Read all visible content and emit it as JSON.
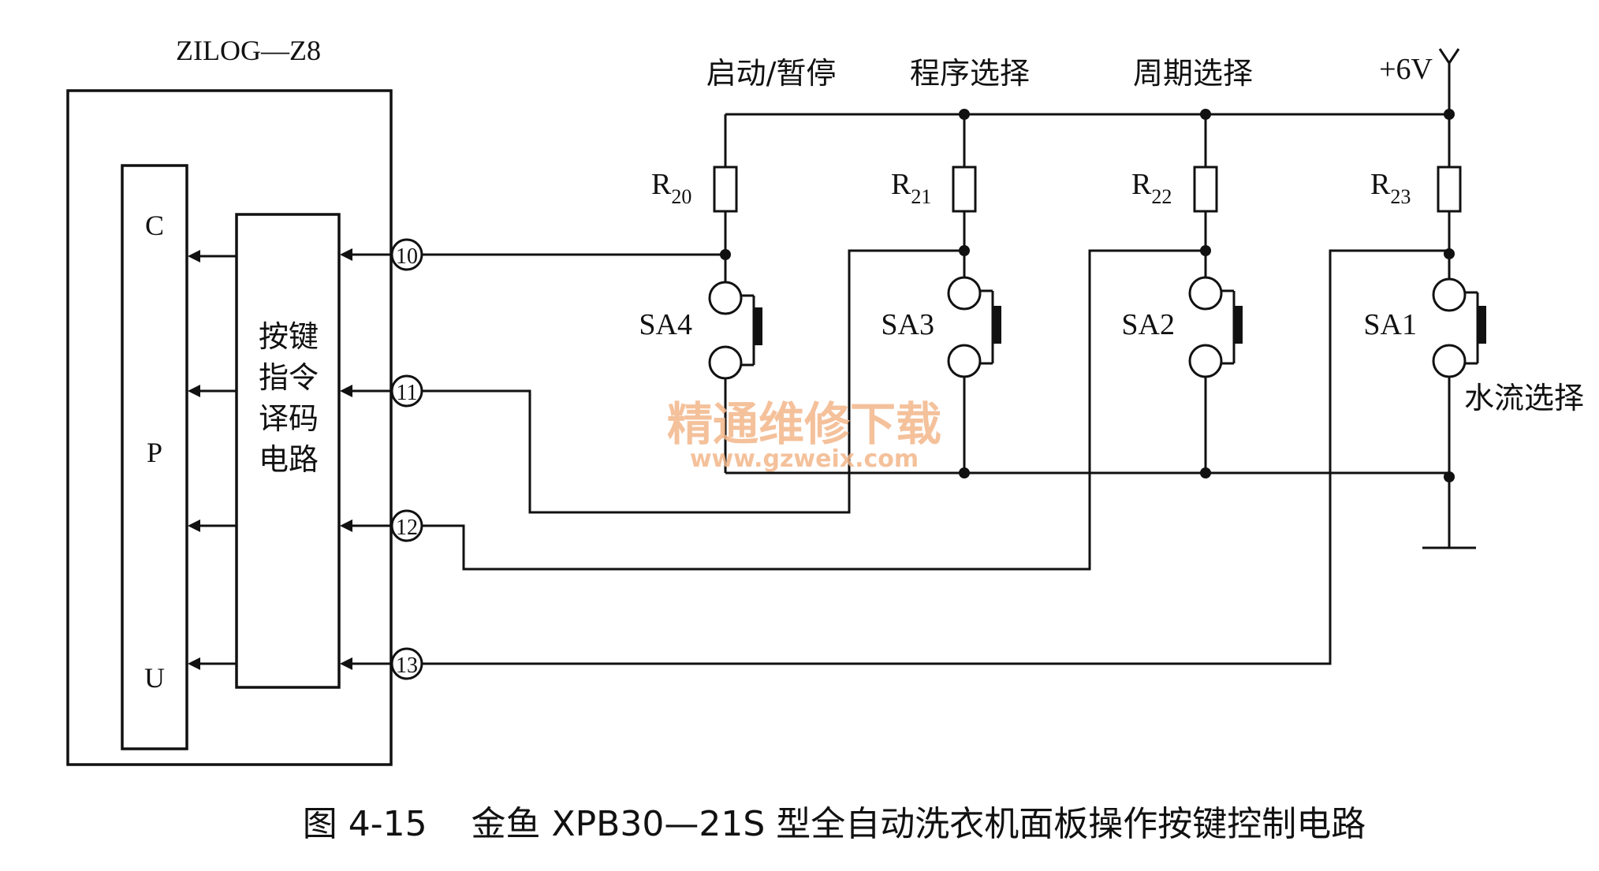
{
  "chip": {
    "title": "ZILOG—Z8",
    "cpu_letters": [
      "C",
      "P",
      "U"
    ],
    "decoder_lines": [
      "按键",
      "指令",
      "译码",
      "电路"
    ]
  },
  "pins": [
    "10",
    "11",
    "12",
    "13"
  ],
  "supply": {
    "label": "+6V"
  },
  "channels": [
    {
      "function_label": "启动/暂停",
      "resistor": "R",
      "resistor_sub": "20",
      "switch": "SA4"
    },
    {
      "function_label": "程序选择",
      "resistor": "R",
      "resistor_sub": "21",
      "switch": "SA3"
    },
    {
      "function_label": "周期选择",
      "resistor": "R",
      "resistor_sub": "22",
      "switch": "SA2"
    },
    {
      "function_label": "水流选择",
      "resistor": "R",
      "resistor_sub": "23",
      "switch": "SA1"
    }
  ],
  "watermark": {
    "name": "精通维修下载",
    "url": "www.gzweix.com"
  },
  "caption": "图 4-15    金鱼 XPB30—21S 型全自动洗衣机面板操作按键控制电路"
}
